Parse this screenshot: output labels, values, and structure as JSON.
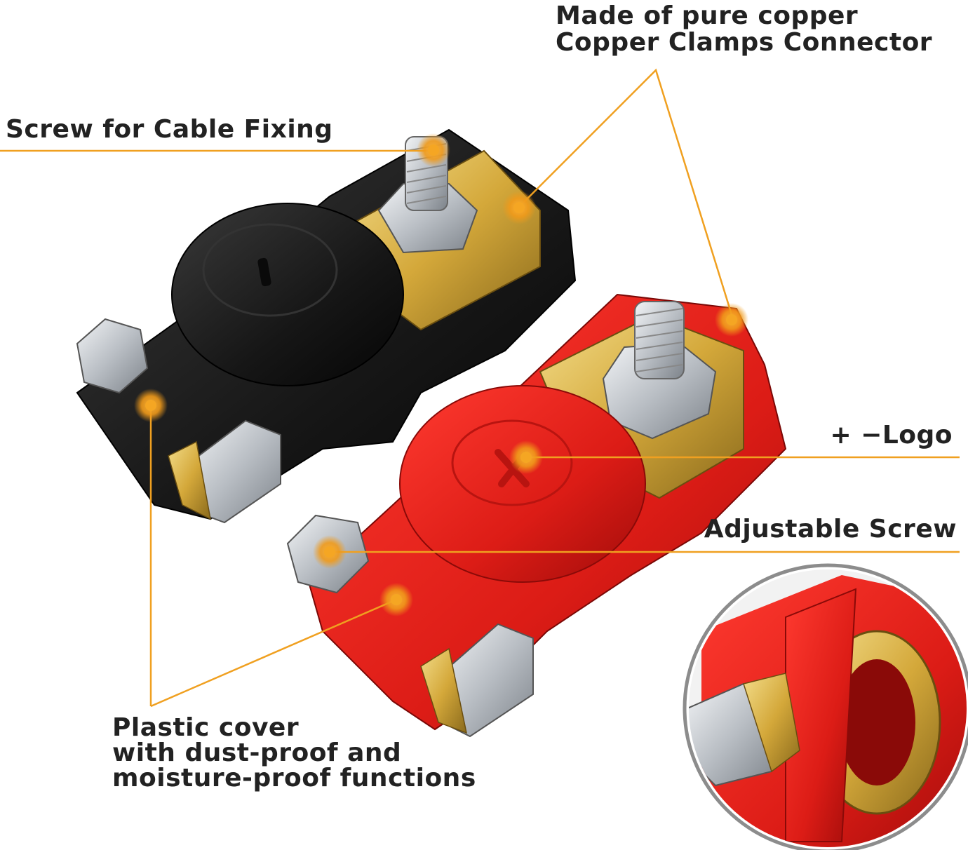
{
  "labels": {
    "copper_line1": "Made of pure copper",
    "copper_line2": "Copper Clamps Connector",
    "screw_fixing": "Screw for Cable Fixing",
    "logo": "+ −Logo",
    "adjustable_screw": "Adjustable Screw",
    "plastic_line1": "Plastic cover",
    "plastic_line2": "with dust-proof and",
    "plastic_line3": "moisture-proof functions"
  },
  "colors": {
    "accent": "#f0a020",
    "black_cover": "#1c1c1c",
    "red_cover": "#e0201c",
    "copper": "#d9b24a",
    "metal": "#c8ccd0",
    "circle_border": "#8c8c8c"
  }
}
